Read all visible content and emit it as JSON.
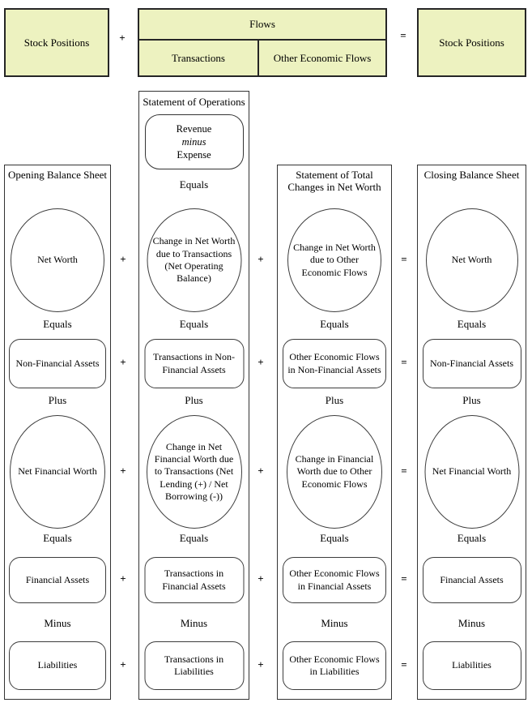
{
  "ops": {
    "plus": "+",
    "equals": "="
  },
  "row_labels": {
    "equals": "Equals",
    "plus": "Plus",
    "minus": "Minus"
  },
  "colors": {
    "stock_fill": "#edf2c0",
    "border": "#2b2b2b"
  },
  "top": {
    "stock_left": "Stock Positions",
    "flows_title": "Flows",
    "flows_cells": {
      "transactions": "Transactions",
      "other": "Other Economic Flows"
    },
    "stock_right": "Stock Positions"
  },
  "columns": {
    "opening": {
      "title": "Opening Balance Sheet",
      "net_worth": "Net Worth",
      "non_financial_assets": "Non-Financial Assets",
      "net_financial_worth": "Net Financial Worth",
      "financial_assets": "Financial Assets",
      "liabilities": "Liabilities"
    },
    "operations": {
      "title": "Statement of Operations",
      "revenue": "Revenue",
      "minus_word": "minus",
      "expense": "Expense",
      "change_net_worth": "Change in Net Worth due to Transactions (Net Operating Balance)",
      "transactions_nfa": "Transactions in Non-Financial Assets",
      "change_net_financial_worth": "Change in Net Financial Worth due to Transactions (Net Lending (+) / Net Borrowing (-))",
      "transactions_fa": "Transactions in Financial Assets",
      "transactions_liabilities": "Transactions in Liabilities"
    },
    "other_flows": {
      "title": "Statement of Total Changes in Net Worth",
      "change_net_worth": "Change in Net Worth due to Other Economic Flows",
      "oef_nfa": "Other Economic Flows in Non-Financial Assets",
      "change_financial_worth": "Change in Financial Worth due to Other Economic Flows",
      "oef_fa": "Other Economic Flows in Financial Assets",
      "oef_liabilities": "Other Economic Flows in Liabilities"
    },
    "closing": {
      "title": "Closing Balance Sheet",
      "net_worth": "Net Worth",
      "non_financial_assets": "Non-Financial Assets",
      "net_financial_worth": "Net Financial Worth",
      "financial_assets": "Financial Assets",
      "liabilities": "Liabilities"
    }
  }
}
